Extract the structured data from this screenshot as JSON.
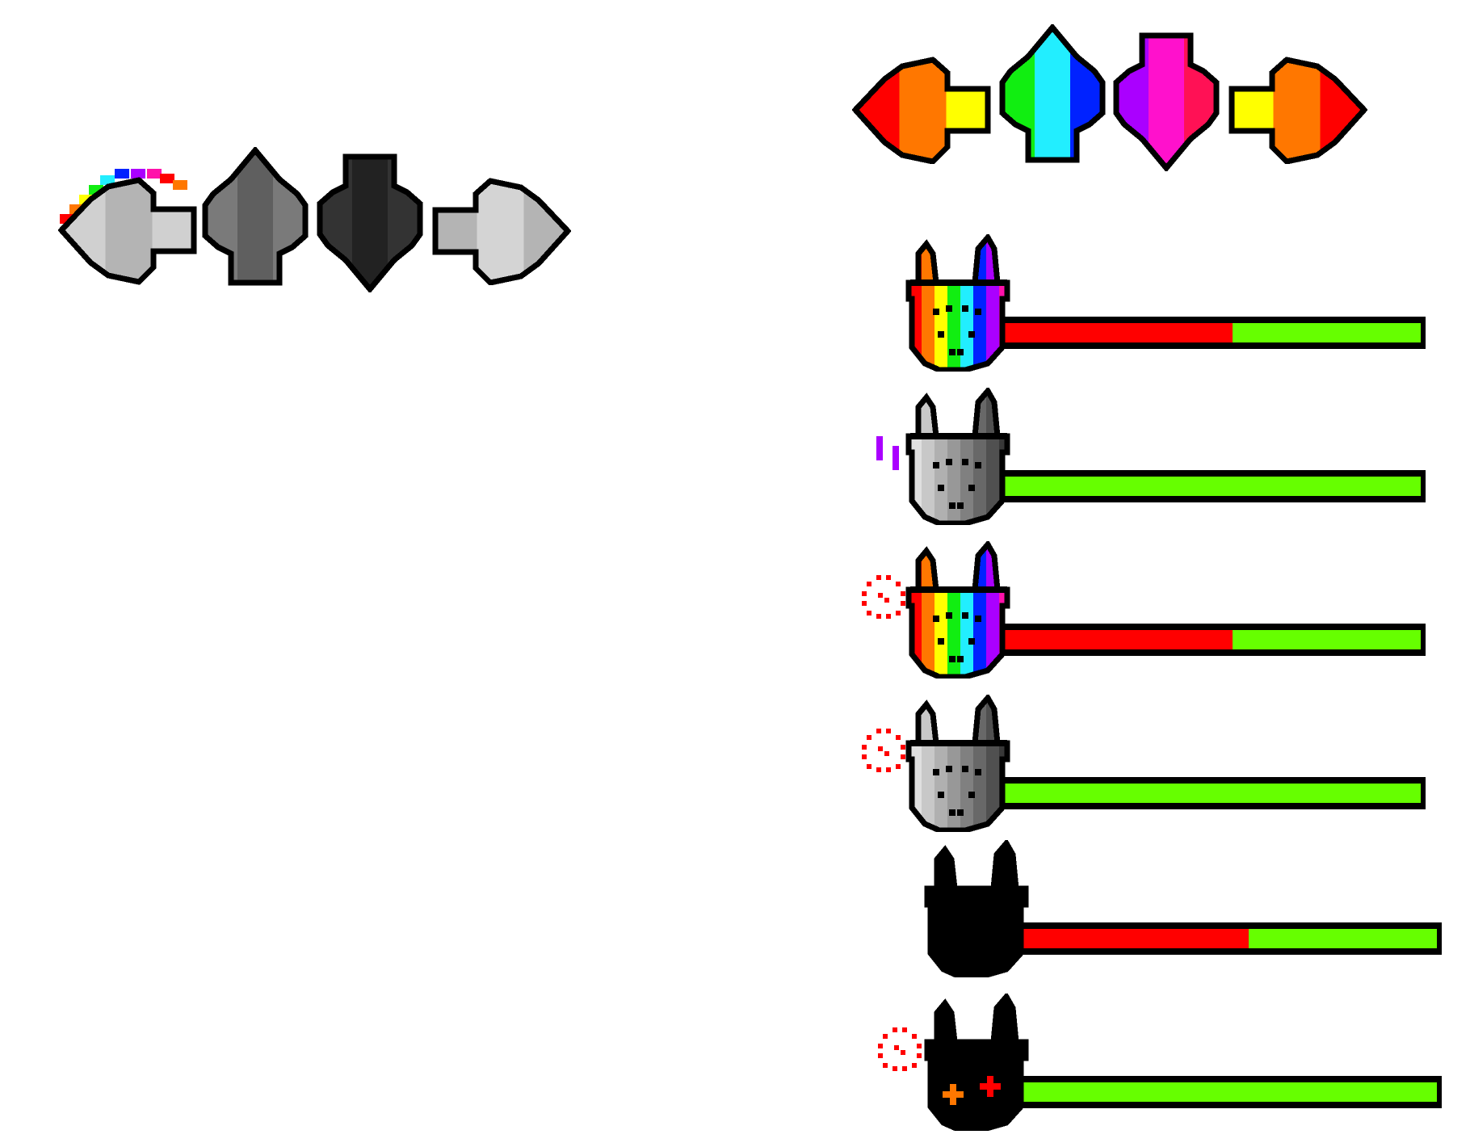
{
  "colors": {
    "outline": "#000000",
    "health_opponent": "#ff0000",
    "health_player": "#66ff00",
    "rainbow": [
      "#ff0000",
      "#ff7700",
      "#ffff00",
      "#11ee11",
      "#22eeff",
      "#0022ff",
      "#aa00ff",
      "#ff11aa"
    ],
    "hit_effect": "#ff0000",
    "cross_orange": "#ff7700",
    "cross_red": "#ff0000"
  },
  "static_receptors": [
    {
      "direction": "left",
      "fill": "#d0d0d0",
      "shade": "#b4b4b4",
      "rainbow_trim": true
    },
    {
      "direction": "up",
      "fill": "#7a7a7a",
      "shade": "#5f5f5f"
    },
    {
      "direction": "down",
      "fill": "#333333",
      "shade": "#222222"
    },
    {
      "direction": "right",
      "fill": "#b4b4b4",
      "shade": "#d4d4d4"
    }
  ],
  "pressed_arrows": [
    {
      "direction": "left",
      "stripes": [
        "#ff0000",
        "#ff7700",
        "#ffff00"
      ]
    },
    {
      "direction": "up",
      "stripes": [
        "#11ee11",
        "#22eeff",
        "#0022ff"
      ]
    },
    {
      "direction": "down",
      "stripes": [
        "#aa00ff",
        "#ff11cc",
        "#ff1155"
      ]
    },
    {
      "direction": "right",
      "stripes": [
        "#ffff00",
        "#ff7700",
        "#ff0000"
      ]
    }
  ],
  "health_rows": [
    {
      "icon": "rainbow",
      "health": 0.45,
      "indicator": "none"
    },
    {
      "icon": "gray",
      "health": 1.0,
      "indicator": "purple-marks"
    },
    {
      "icon": "rainbow",
      "health": 0.45,
      "indicator": "red-burst"
    },
    {
      "icon": "gray",
      "health": 1.0,
      "indicator": "red-burst"
    },
    {
      "icon": "black",
      "health": 0.45,
      "indicator": "none"
    },
    {
      "icon": "black-crossed",
      "health": 1.0,
      "indicator": "red-burst"
    }
  ]
}
